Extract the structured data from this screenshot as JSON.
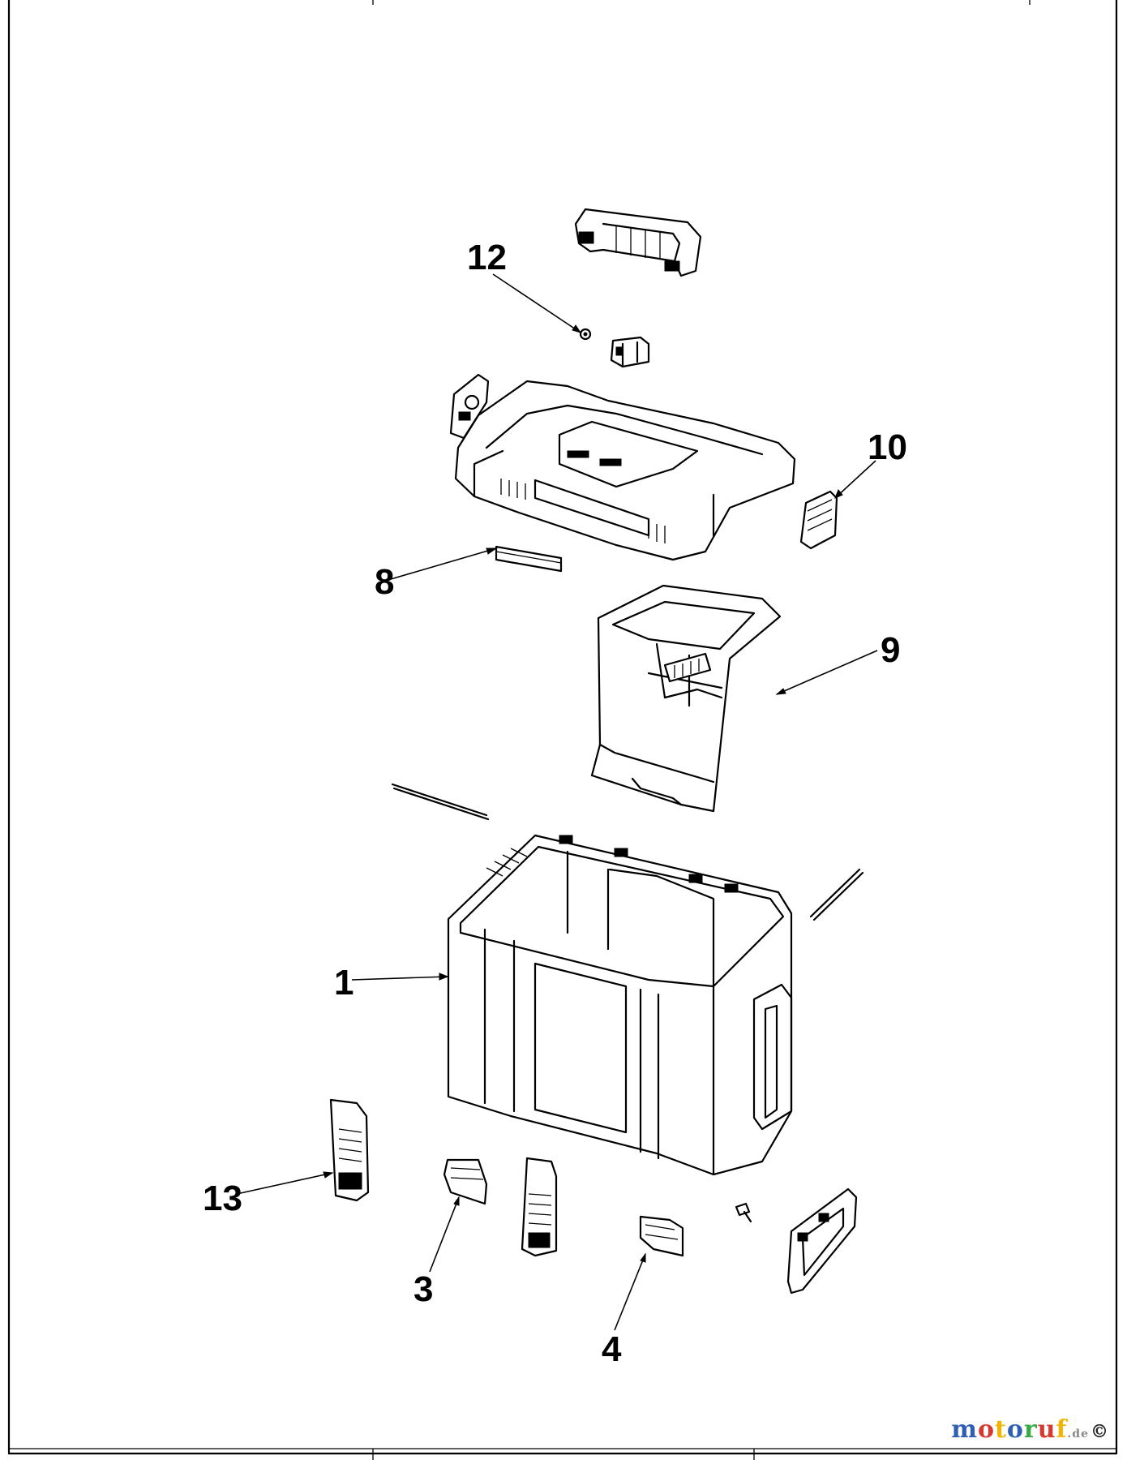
{
  "diagram": {
    "callouts": [
      {
        "id": "12",
        "label": "12"
      },
      {
        "id": "10",
        "label": "10"
      },
      {
        "id": "8",
        "label": "8"
      },
      {
        "id": "9",
        "label": "9"
      },
      {
        "id": "1",
        "label": "1"
      },
      {
        "id": "13",
        "label": "13"
      },
      {
        "id": "3",
        "label": "3"
      },
      {
        "id": "4",
        "label": "4"
      }
    ]
  },
  "watermark": {
    "letters": [
      {
        "ch": "m",
        "color": "#2f5fb3"
      },
      {
        "ch": "o",
        "color": "#d63a2e"
      },
      {
        "ch": "t",
        "color": "#f2b400"
      },
      {
        "ch": "o",
        "color": "#2f5fb3"
      },
      {
        "ch": "r",
        "color": "#3aa845"
      },
      {
        "ch": "u",
        "color": "#d63a2e"
      },
      {
        "ch": "f",
        "color": "#f2b400"
      }
    ],
    "suffix": ".de",
    "copyright_symbol": "©"
  }
}
